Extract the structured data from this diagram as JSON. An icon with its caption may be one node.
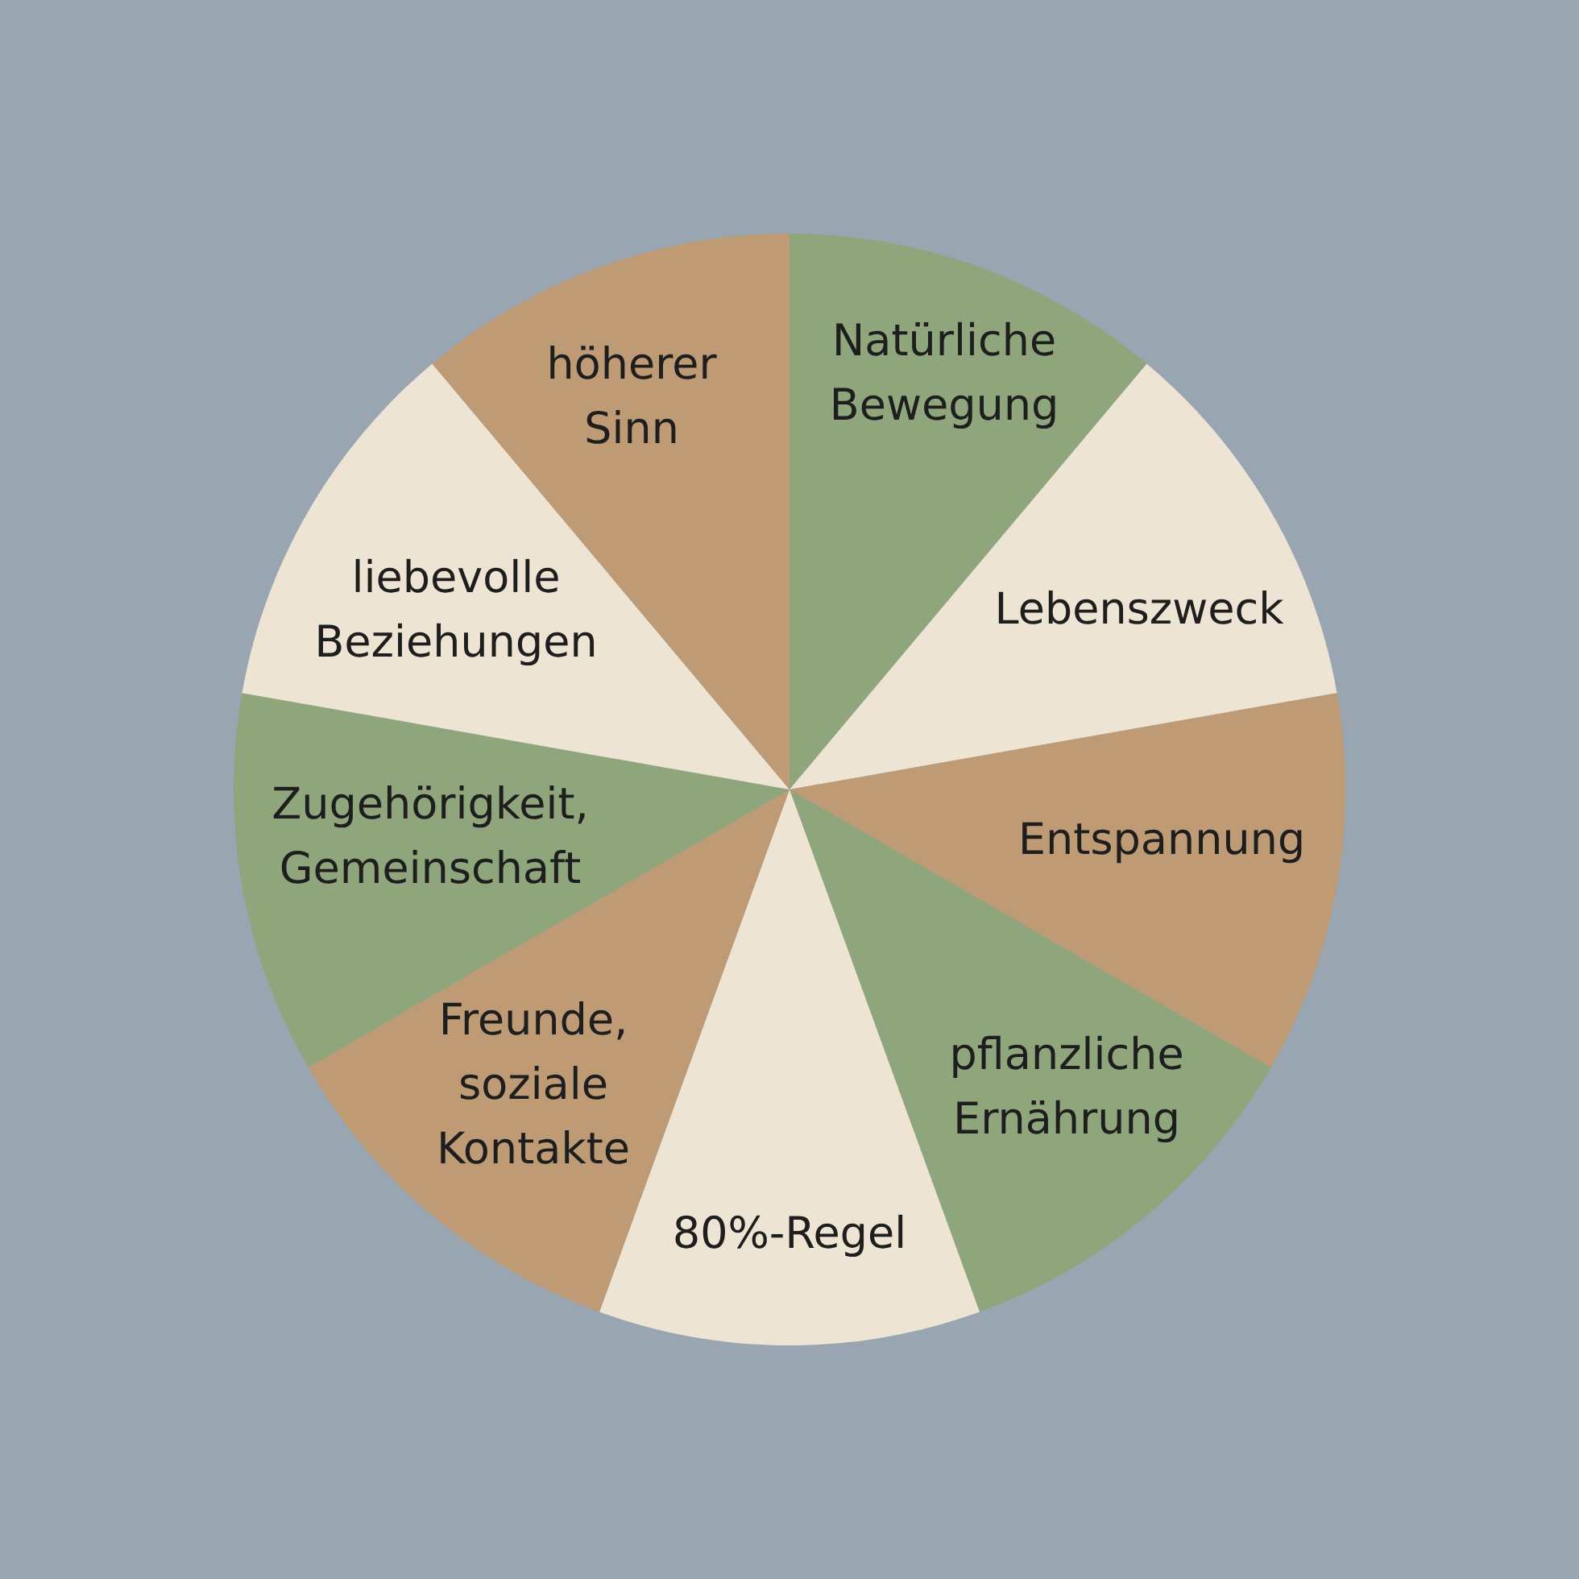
{
  "diagram": {
    "nodes": [
      {
        "text": [
          "Natürliche Bewegung"
        ]
      },
      {
        "text": [
          "Lebenszweck"
        ]
      },
      {
        "text": [
          "Entspannung"
        ]
      },
      {
        "text": [
          "pflanzliche Ernährung"
        ]
      },
      {
        "text": [
          "80%-Regel"
        ]
      },
      {
        "text": [
          "Freunde, soziale Kontakte"
        ]
      },
      {
        "text": [
          "Zugehörigkeit, Gemeinschaft"
        ]
      },
      {
        "text": [
          "liebevolle Beziehungen"
        ]
      },
      {
        "text": [
          "höherer Sinn"
        ]
      }
    ]
  }
}
